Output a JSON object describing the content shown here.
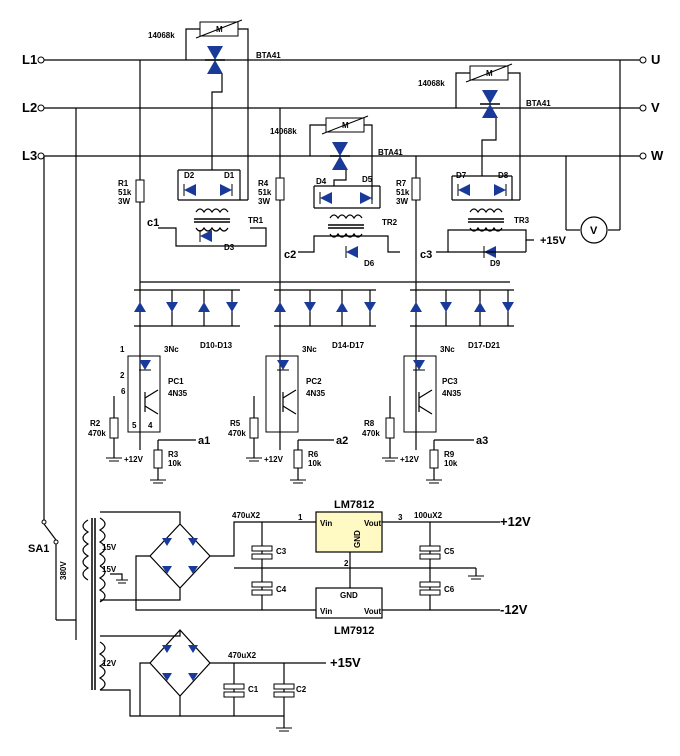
{
  "lines": {
    "l1": "L1",
    "l2": "L2",
    "l3": "L3",
    "u": "U",
    "v": "V",
    "w": "W"
  },
  "phase_a": {
    "varistor": "14068k",
    "triac": "BTA41",
    "d_left": "D2",
    "d_right": "D1",
    "resistor": "R1 51k 3W",
    "res_name": "R1",
    "res_val": "51k",
    "res_w": "3W",
    "trigger": "TR1",
    "diode": "D3",
    "cap_node": "c1",
    "bridge": "D10-D13",
    "opto": "PC1",
    "opto_part": "4N35",
    "r_pull": "R2 470k",
    "r_pull_name": "R2",
    "r_pull_val": "470k",
    "r_out": "R3 10k",
    "r_out_name": "R3",
    "r_out_val": "10k",
    "supply": "+12V",
    "out": "a1"
  },
  "phase_b": {
    "varistor": "14068k",
    "triac": "BTA41",
    "d_left": "D4",
    "d_right": "D5",
    "res_name": "R4",
    "res_val": "51k",
    "res_w": "3W",
    "trigger": "TR2",
    "diode": "D6",
    "cap_node": "c2",
    "bridge": "D14-D17",
    "opto": "PC2",
    "opto_part": "4N35",
    "r_pull_name": "R5",
    "r_pull_val": "470k",
    "r_out_name": "R6",
    "r_out_val": "10k",
    "supply": "+12V",
    "out": "a2"
  },
  "phase_c": {
    "varistor": "14068k",
    "triac": "BTA41",
    "d_left": "D7",
    "d_right": "D8",
    "res_name": "R7",
    "res_val": "51k",
    "res_w": "3W",
    "trigger": "TR3",
    "diode": "D9",
    "cap_node": "c3",
    "bridge": "D17-D21",
    "opto": "PC3",
    "opto_part": "4N35",
    "r_pull_name": "R8",
    "r_pull_val": "470k",
    "r_out_name": "R9",
    "r_out_val": "10k",
    "supply": "+12V",
    "out": "a3"
  },
  "meter": "V",
  "plus15_top": "+15V",
  "pin_marks": {
    "p1": "1",
    "p2": "2",
    "p3": "3",
    "p4": "4",
    "p5": "5",
    "p6": "6"
  },
  "opto_note": "3Nc",
  "switch": "SA1",
  "transformer": {
    "primary": "380V",
    "sec1": "15V",
    "sec2": "15V",
    "sec3": "12V"
  },
  "regulators": {
    "pos": {
      "name": "LM7812",
      "vin": "Vin",
      "vout": "Vout",
      "gnd": "GND",
      "pin1": "1",
      "pin2": "2",
      "pin3": "3"
    },
    "neg": {
      "name": "LM7912",
      "vin": "Vin",
      "vout": "Vout",
      "gnd": "GND"
    }
  },
  "caps": {
    "c3": "C3",
    "c4": "C4",
    "c5": "C5",
    "c6": "C6",
    "c1": "C1",
    "c2": "C2",
    "in_rating": "470uX2",
    "out_rating": "100uX2",
    "low_rating": "470uX2"
  },
  "rails": {
    "pos12": "+12V",
    "neg12": "-12V",
    "pos15": "+15V"
  }
}
